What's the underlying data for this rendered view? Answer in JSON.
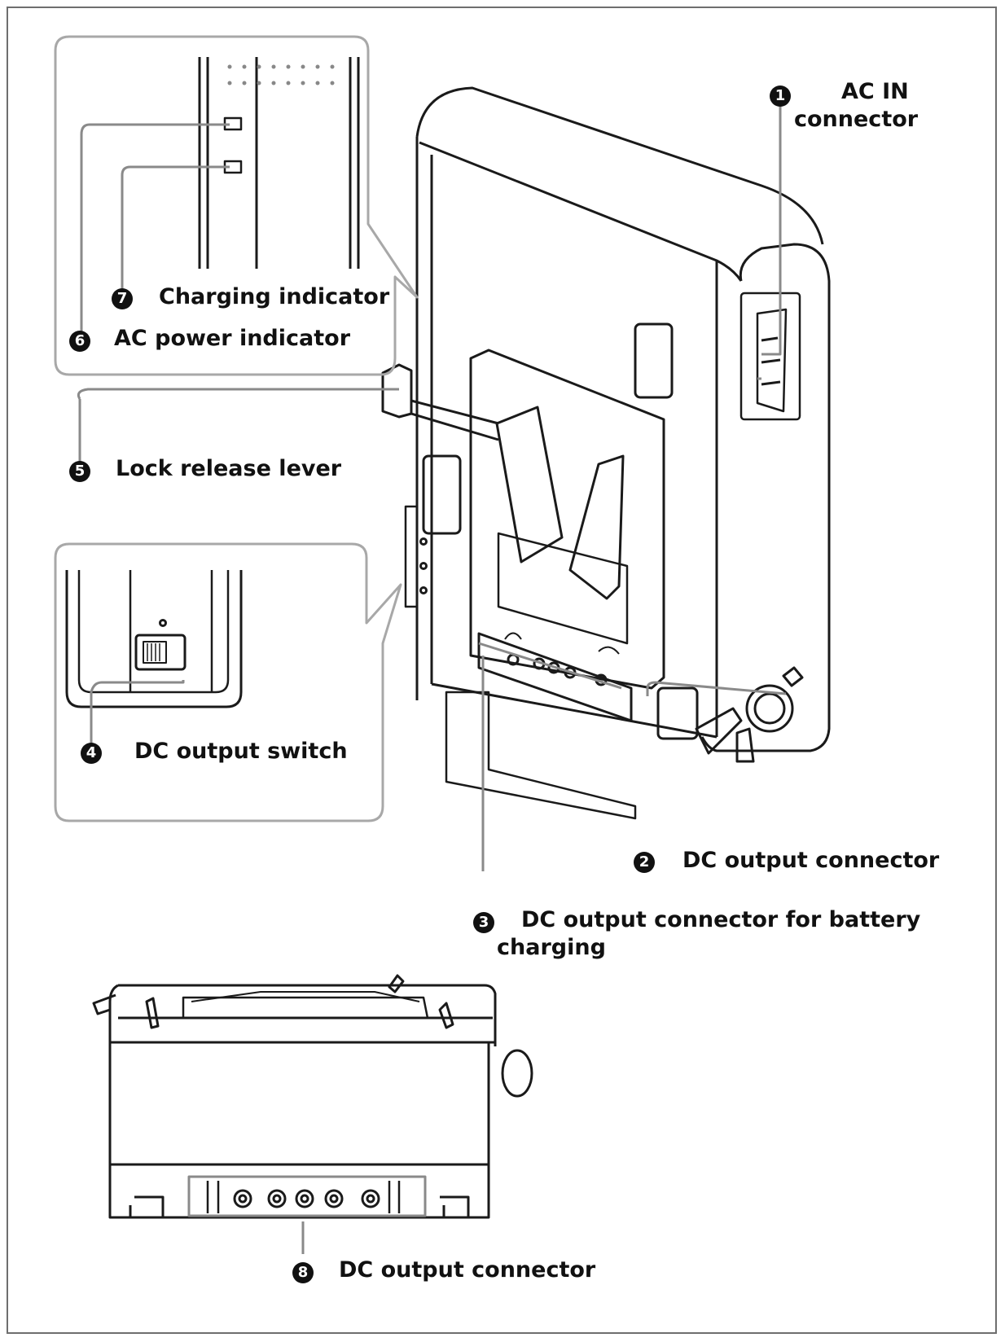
{
  "callouts": [
    {
      "num": "1",
      "label": "AC IN",
      "label2": "connector"
    },
    {
      "num": "2",
      "label": "DC output connector"
    },
    {
      "num": "3",
      "label": "DC output connector for battery",
      "label2": "charging"
    },
    {
      "num": "4",
      "label": "DC output switch"
    },
    {
      "num": "5",
      "label": "Lock release lever"
    },
    {
      "num": "6",
      "label": "AC power indicator"
    },
    {
      "num": "7",
      "label": "Charging indicator"
    },
    {
      "num": "8",
      "label": "DC output connector"
    }
  ],
  "colors": {
    "outline": "#1a1a1a",
    "leader": "#8a8a8a",
    "inset_border": "#a8a8a8"
  }
}
